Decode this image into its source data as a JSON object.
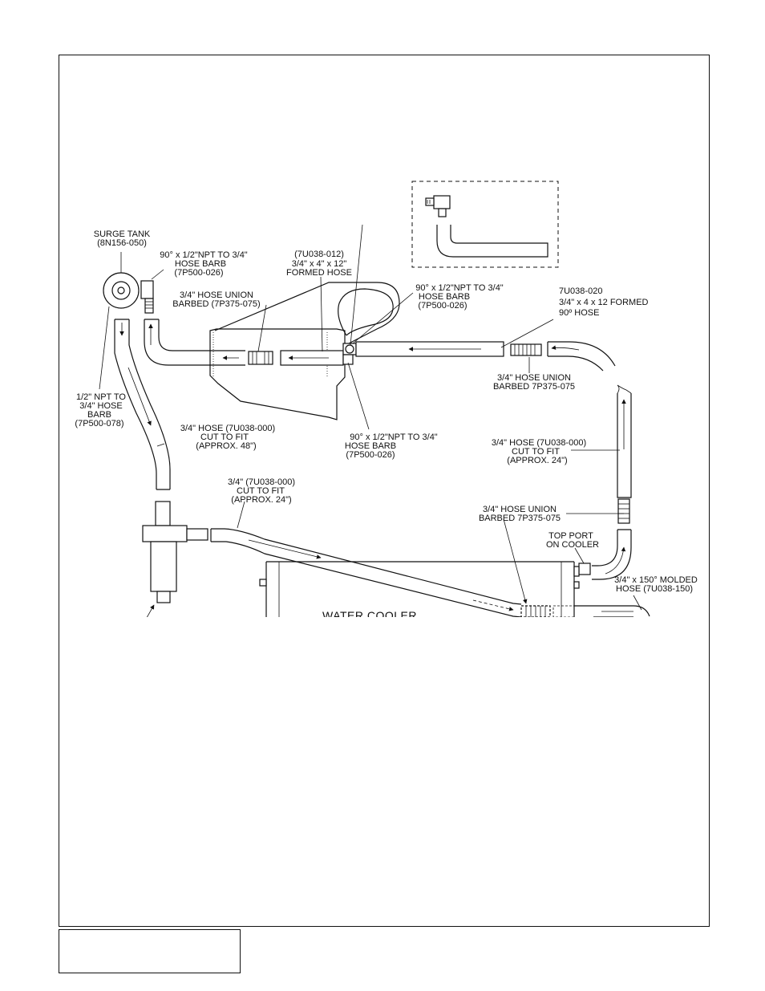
{
  "labels": {
    "surge_tank": [
      "SURGE TANK",
      "(8N156-050)"
    ],
    "barb_top_left": [
      "90° x 1/2\"NPT TO 3/4\"",
      "HOSE BARB",
      "(7P500-026)"
    ],
    "formed_hose_012": [
      "(7U038-012)",
      "3/4\" x 4\" x 12\"",
      "FORMED HOSE"
    ],
    "union_left": [
      "3/4\"  HOSE UNION",
      "BARBED (7P375-075)"
    ],
    "barb_upper_mid": [
      "90° x 1/2\"NPT  TO 3/4\"",
      "HOSE BARB",
      "(7P500-026)"
    ],
    "formed_hose_020": [
      "7U038-020",
      "3/4\" x 4 x 12 FORMED",
      "90º HOSE"
    ],
    "union_right": [
      "3/4\"  HOSE UNION",
      "BARBED 7P375-075"
    ],
    "npt_barb": [
      "1/2\"  NPT TO",
      "3/4\"  HOSE",
      "BARB",
      "(7P500-078)"
    ],
    "hose_48": [
      "3/4\"  HOSE (7U038-000)",
      "CUT TO FIT",
      "(APPROX. 48\")"
    ],
    "barb_lower_mid": [
      "90° x 1/2\"NPT  TO 3/4\"",
      "HOSE BARB",
      "(7P500-026)"
    ],
    "hose_24_right": [
      "3/4\"  HOSE (7U038-000)",
      "CUT TO FIT",
      "(APPROX. 24\")"
    ],
    "hose_24_left": [
      "3/4\"  (7U038-000)",
      "CUT TO FIT",
      "(APPROX. 24\")"
    ],
    "union_lower": [
      "3/4\"  HOSE UNION",
      "BARBED 7P375-075"
    ],
    "top_port": [
      "TOP PORT",
      "ON COOLER"
    ],
    "molded_hose": [
      "3/4\" x 150° MOLDED",
      "HOSE (7U038-150)"
    ],
    "water_cooler": [
      "WATER COOLER"
    ]
  }
}
